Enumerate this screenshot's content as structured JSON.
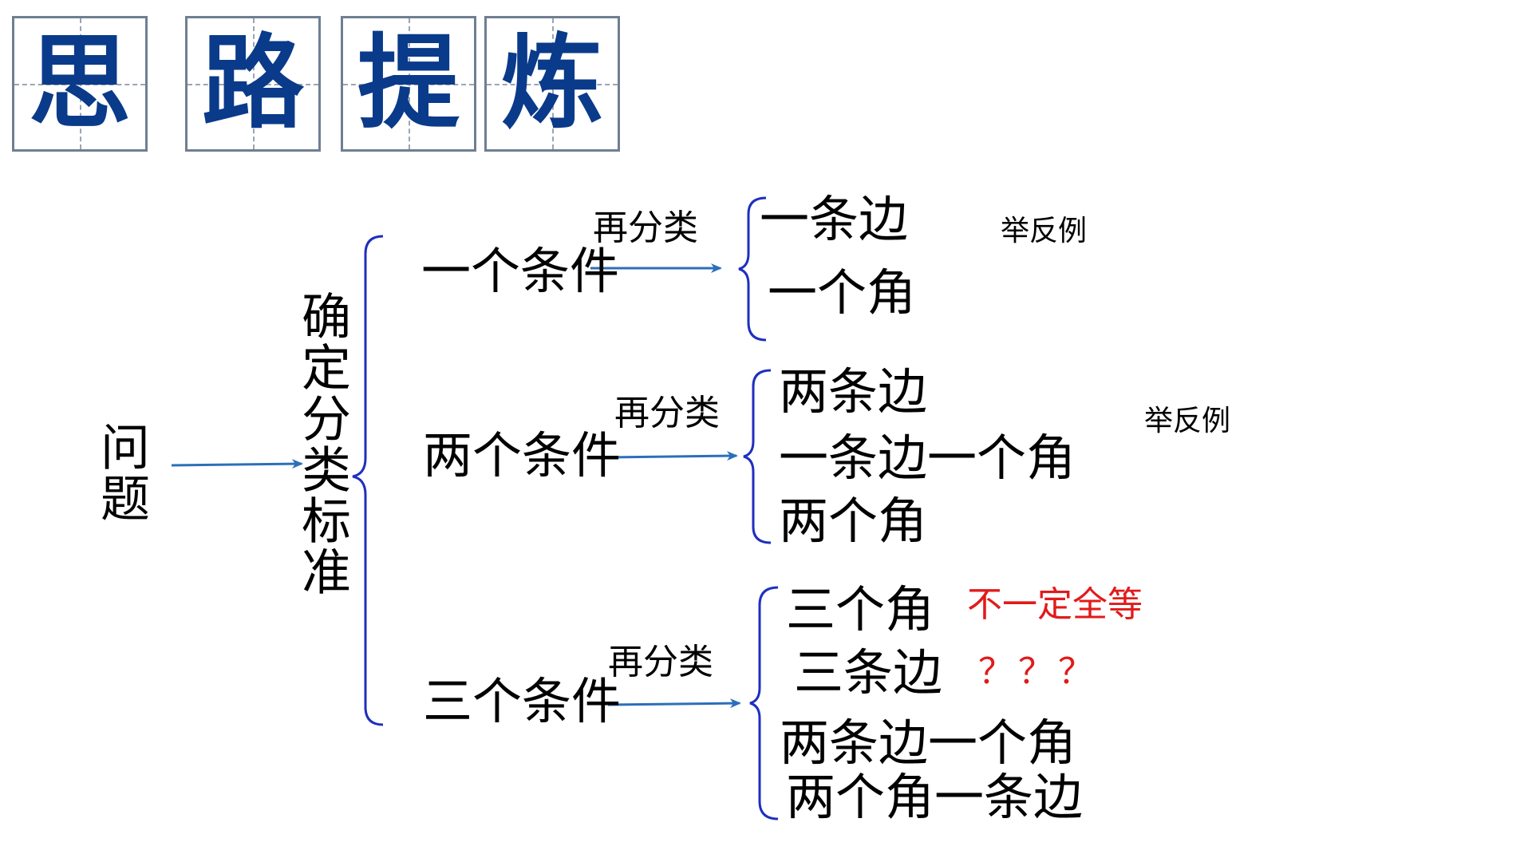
{
  "title": {
    "chars": [
      "思",
      "路",
      "提",
      "炼"
    ]
  },
  "root": {
    "label": "问题"
  },
  "criterion": {
    "label": "确定分类标准"
  },
  "branches": [
    {
      "label": "一个条件",
      "subclass_label": "再分类",
      "items": [
        "一条边",
        "一个角"
      ],
      "note": "举反例"
    },
    {
      "label": "两个条件",
      "subclass_label": "再分类",
      "items": [
        "两条边",
        "一条边一个角",
        "两个角"
      ],
      "note": "举反例"
    },
    {
      "label": "三个条件",
      "subclass_label": "再分类",
      "items": [
        "三个角",
        "三条边",
        "两条边一个角",
        "两个角一条边"
      ],
      "notes": {
        "three_angles": "不一定全等",
        "three_sides": "？？？"
      }
    }
  ],
  "colors": {
    "title_text": "#0a3a8a",
    "title_border": "#6f7f92",
    "brace": "#1f2fbf",
    "arrow": "#2b6fb8",
    "note_red": "#e11b1b"
  }
}
